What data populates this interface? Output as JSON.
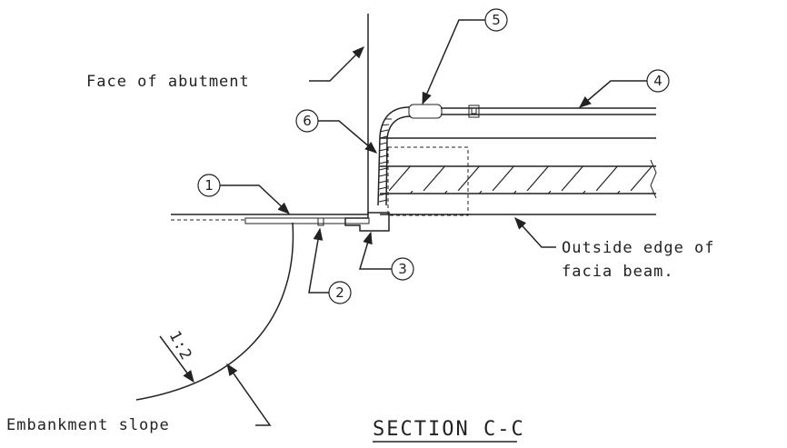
{
  "labels": {
    "face_of_abutment": "Face of abutment",
    "outside_edge_line1": "Outside edge of",
    "outside_edge_line2": "facia beam.",
    "embankment_slope": "Embankment slope",
    "slope_ratio": "1:2"
  },
  "callouts": [
    "1",
    "2",
    "3",
    "4",
    "5",
    "6"
  ],
  "title": "SECTION C-C"
}
